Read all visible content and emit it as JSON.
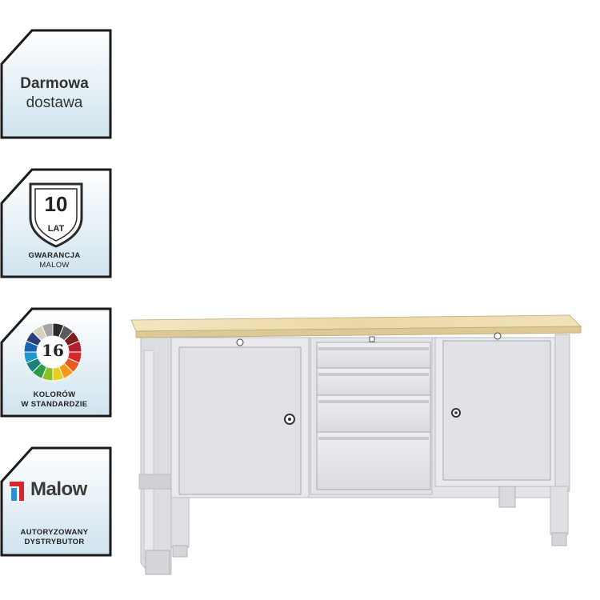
{
  "badges": {
    "delivery": {
      "line1": "Darmowa",
      "line2": "dostawa"
    },
    "warranty": {
      "number": "10",
      "unit": "LAT",
      "line1": "GWARANCJA",
      "line2": "MALOW"
    },
    "colors": {
      "number": "16",
      "line1": "KOLORÓW",
      "line2": "W STANDARDZIE"
    },
    "brand": {
      "name": "Malow",
      "line1": "AUTORYZOWANY",
      "line2": "DYSTRYBUTOR"
    }
  },
  "colors": {
    "frame": "#1a1a1a",
    "badge_bg_top": "#ffffff",
    "badge_bg_bottom": "#cfe3ee",
    "wood": "#ecdcae",
    "steel": "#e4e5e7",
    "steel_dark": "#b9bbbf",
    "logo_red": "#d6262e",
    "logo_blue": "#2f8fd0"
  },
  "color_wheel": [
    "#2b2b2b",
    "#5a5a5a",
    "#7a1f1f",
    "#b21e2e",
    "#d6262e",
    "#e85b1f",
    "#f39a1b",
    "#e8cf1e",
    "#8cbf2a",
    "#2f9a47",
    "#1c7f7a",
    "#1f9ac9",
    "#1b63b0",
    "#2a3f7a",
    "#d9d1c0",
    "#a6a6a6"
  ]
}
